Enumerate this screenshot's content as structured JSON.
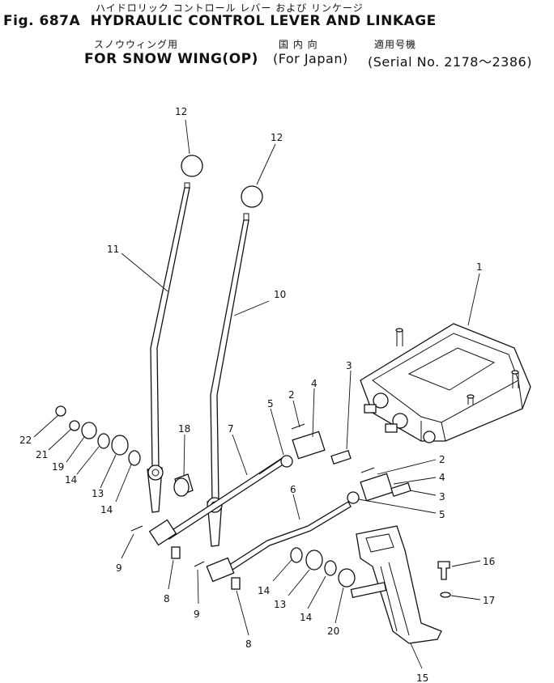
{
  "header": {
    "line1_jp": "ハイドロリック コントロール レバー および リンケージ",
    "fig": "Fig. 687A",
    "title": "HYDRAULIC CONTROL LEVER AND LINKAGE",
    "line3_jp": "スノウウィング用",
    "line3_jp_country": "国 内 向",
    "line3_jp_serial": "適用号機",
    "subtitle": "FOR SNOW WING(OP)",
    "country": "For Japan",
    "serial": "Serial No. 2178～2386"
  },
  "callouts": [
    {
      "id": "12a",
      "label": "12"
    },
    {
      "id": "12b",
      "label": "12"
    },
    {
      "id": "11",
      "label": "11"
    },
    {
      "id": "10",
      "label": "10"
    },
    {
      "id": "1",
      "label": "1"
    },
    {
      "id": "3a",
      "label": "3"
    },
    {
      "id": "2a",
      "label": "2"
    },
    {
      "id": "4a",
      "label": "4"
    },
    {
      "id": "5a",
      "label": "5"
    },
    {
      "id": "18",
      "label": "18"
    },
    {
      "id": "7",
      "label": "7"
    },
    {
      "id": "22",
      "label": "22"
    },
    {
      "id": "21",
      "label": "21"
    },
    {
      "id": "19",
      "label": "19"
    },
    {
      "id": "14a",
      "label": "14"
    },
    {
      "id": "13a",
      "label": "13"
    },
    {
      "id": "14b",
      "label": "14"
    },
    {
      "id": "2b",
      "label": "2"
    },
    {
      "id": "4b",
      "label": "4"
    },
    {
      "id": "3b",
      "label": "3"
    },
    {
      "id": "5b",
      "label": "5"
    },
    {
      "id": "6",
      "label": "6"
    },
    {
      "id": "9a",
      "label": "9"
    },
    {
      "id": "8a",
      "label": "8"
    },
    {
      "id": "9b",
      "label": "9"
    },
    {
      "id": "8b",
      "label": "8"
    },
    {
      "id": "14c",
      "label": "14"
    },
    {
      "id": "13b",
      "label": "13"
    },
    {
      "id": "14d",
      "label": "14"
    },
    {
      "id": "20",
      "label": "20"
    },
    {
      "id": "16",
      "label": "16"
    },
    {
      "id": "17",
      "label": "17"
    },
    {
      "id": "15",
      "label": "15"
    }
  ]
}
